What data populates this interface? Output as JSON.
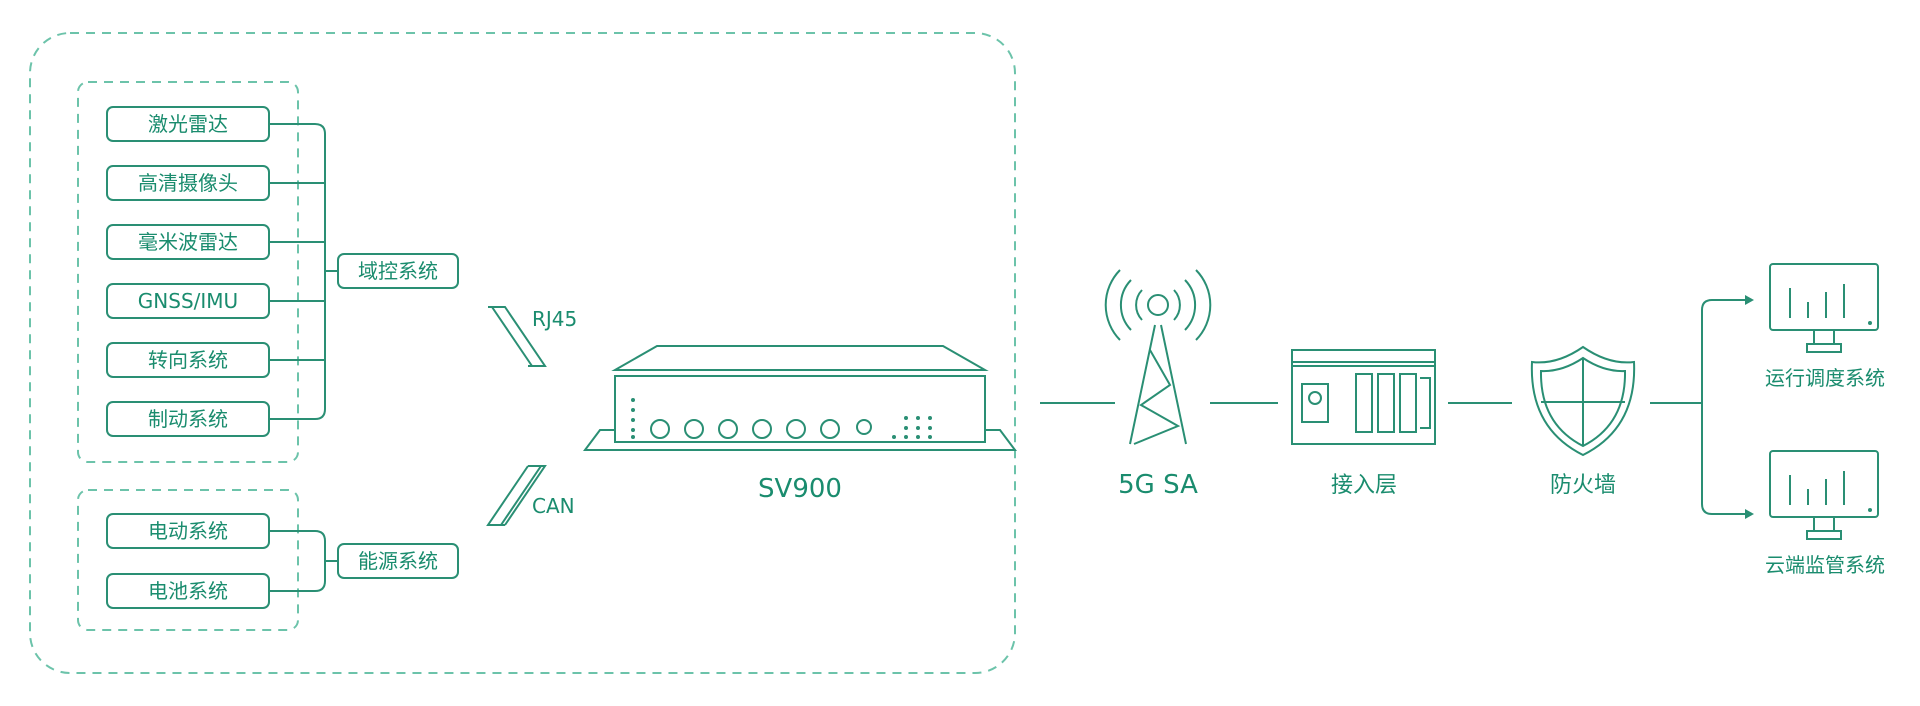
{
  "vehicle": {
    "domain_sensors": [
      "激光雷达",
      "高清摄像头",
      "毫米波雷达",
      "GNSS/IMU",
      "转向系统",
      "制动系统"
    ],
    "domain_group": "域控系统",
    "energy_items": [
      "电动系统",
      "电池系统"
    ],
    "energy_group": "能源系统",
    "link_rj45": "RJ45",
    "link_can": "CAN",
    "gateway": "SV900"
  },
  "network": {
    "tower": "5G SA",
    "access": "接入层",
    "firewall": "防火墙",
    "monitor_top": "运行调度系统",
    "monitor_bottom": "云端监管系统"
  },
  "colors": {
    "primary": "#2a8f74",
    "dashed": "#6cc3aa"
  },
  "icons": [
    "signal-tower-icon",
    "server-rack-icon",
    "shield-icon",
    "monitor-chart-icon",
    "router-icon",
    "arrow-right-icon"
  ]
}
